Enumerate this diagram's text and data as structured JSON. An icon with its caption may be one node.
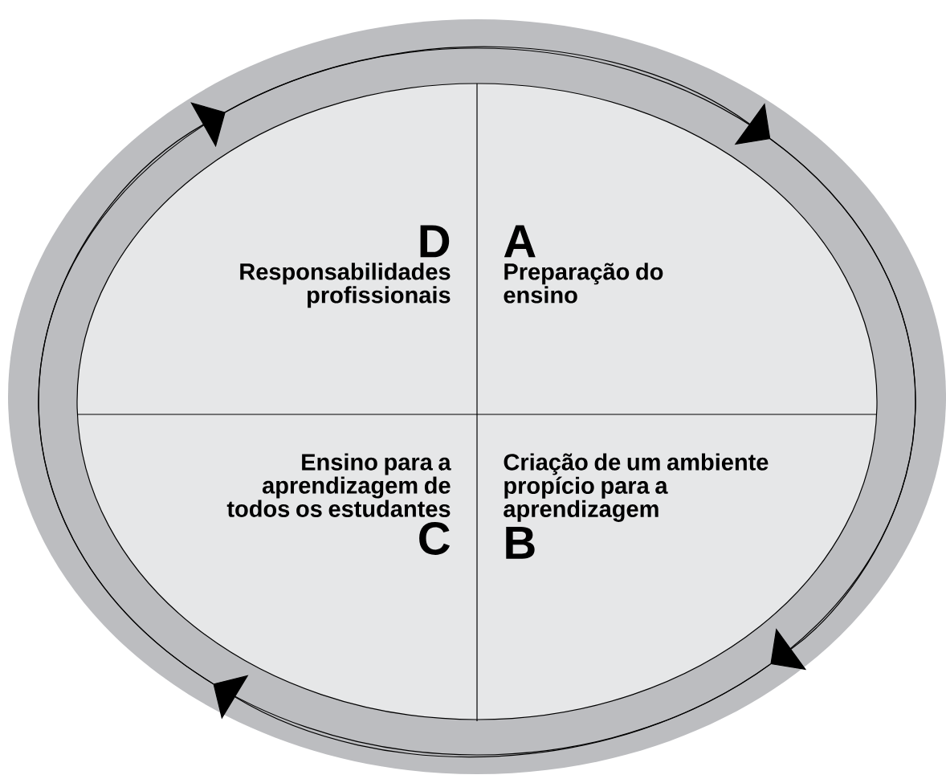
{
  "diagram": {
    "nodes": [
      {
        "text": [
          "D",
          "Responsabilidades profissionais"
        ]
      },
      {
        "text": [
          "A",
          "Preparação do ensino"
        ]
      },
      {
        "text": [
          "Ensino para a aprendizagem de todos os estudantes",
          "C"
        ]
      },
      {
        "text": [
          "Criação de um ambiente propício para a aprendizagem",
          "B"
        ]
      }
    ],
    "edges": [
      {
        "from": 2,
        "to": 0,
        "arrow": "to"
      },
      {
        "from": 0,
        "to": 1,
        "arrow": "to"
      },
      {
        "from": 1,
        "to": 3,
        "arrow": "to"
      },
      {
        "from": 3,
        "to": 2,
        "arrow": "to"
      }
    ]
  }
}
